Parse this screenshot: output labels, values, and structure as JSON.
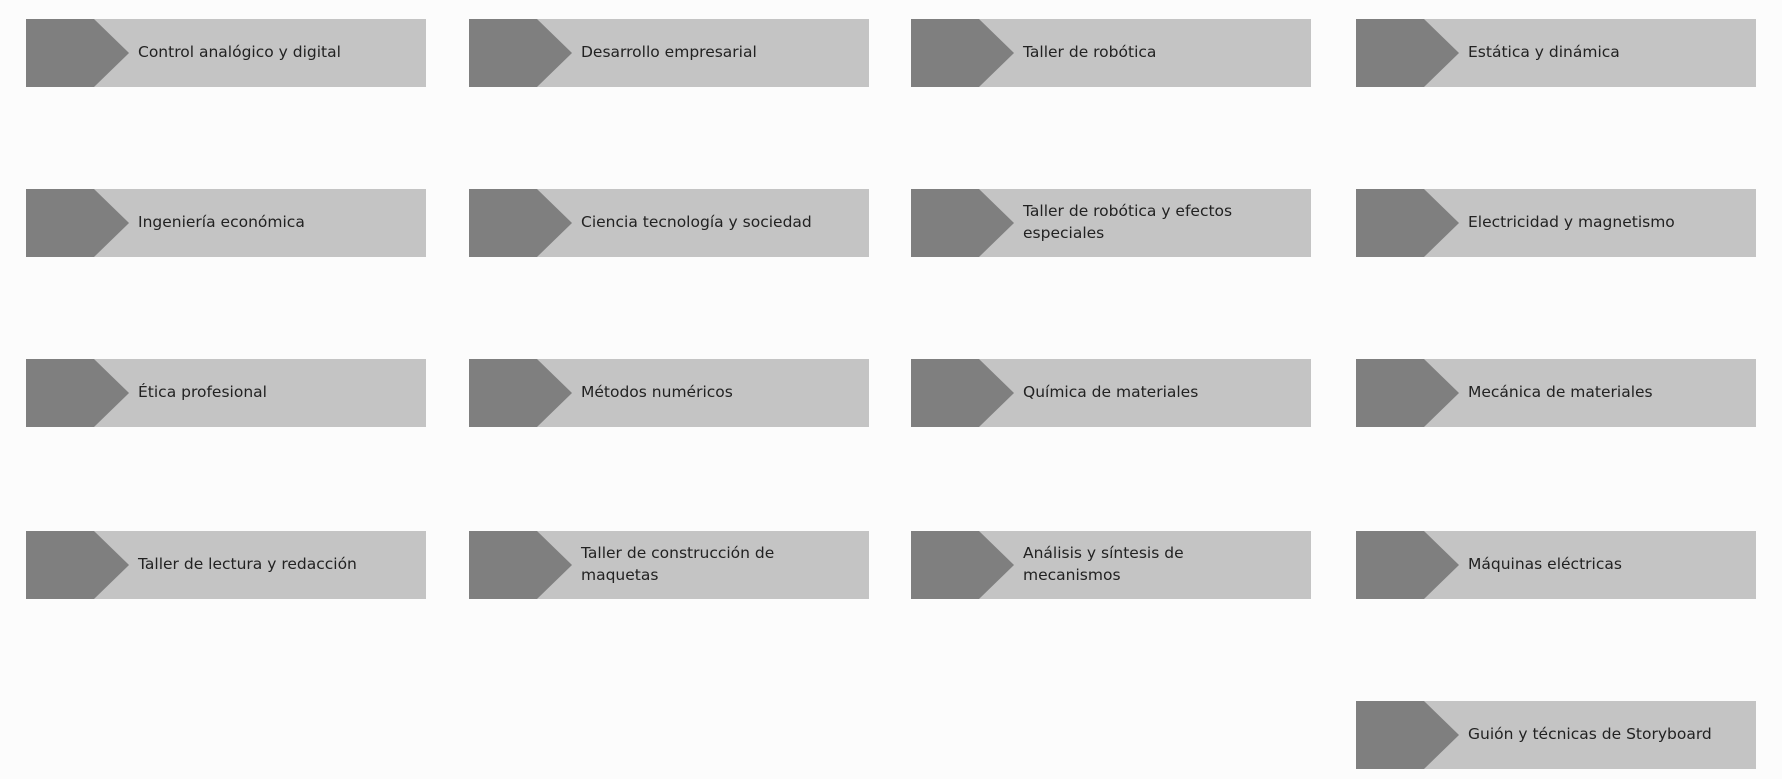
{
  "courses": [
    [
      "Control analógico y digital",
      "Desarrollo empresarial",
      "Taller de robótica",
      "Estática y dinámica"
    ],
    [
      "Ingeniería económica",
      "Ciencia tecnología y sociedad",
      "Taller de robótica y efectos especiales",
      "Electricidad y magnetismo"
    ],
    [
      "Ética profesional",
      "Métodos numéricos",
      "Química de materiales",
      "Mecánica de materiales"
    ],
    [
      "Taller de lectura y redacción",
      "Taller de construcción de maquetas",
      "Análisis y síntesis de mecanismos",
      "Máquinas eléctricas"
    ],
    [
      null,
      null,
      null,
      "Guión y técnicas de Storyboard"
    ]
  ],
  "colors": {
    "arrow": "#7f7f7f",
    "card": "#c4c4c4"
  }
}
